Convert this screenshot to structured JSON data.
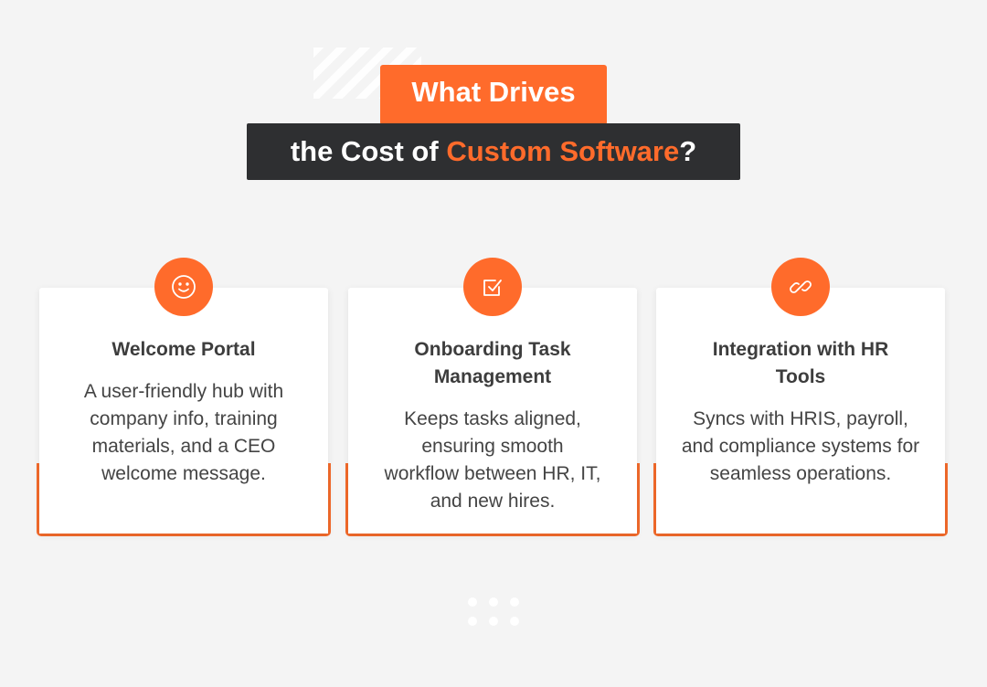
{
  "title": {
    "line1": "What Drives",
    "line2_prefix": "the Cost of ",
    "line2_accent": "Custom Software",
    "line2_suffix": "?"
  },
  "colors": {
    "accent": "#ff6b2b",
    "dark": "#2e2f31",
    "background": "#f4f4f4",
    "text": "#444444"
  },
  "cards": [
    {
      "icon": "smiley-icon",
      "heading": "Welcome Portal",
      "body": "A user-friendly hub with company info, training materials, and a CEO welcome message."
    },
    {
      "icon": "checkbox-icon",
      "heading": "Onboarding Task Management",
      "body": "Keeps tasks aligned, ensuring smooth workflow between HR, IT, and new hires."
    },
    {
      "icon": "link-icon",
      "heading": "Integration with HR Tools",
      "body": "Syncs with HRIS, payroll, and compliance systems for seamless operations."
    }
  ]
}
